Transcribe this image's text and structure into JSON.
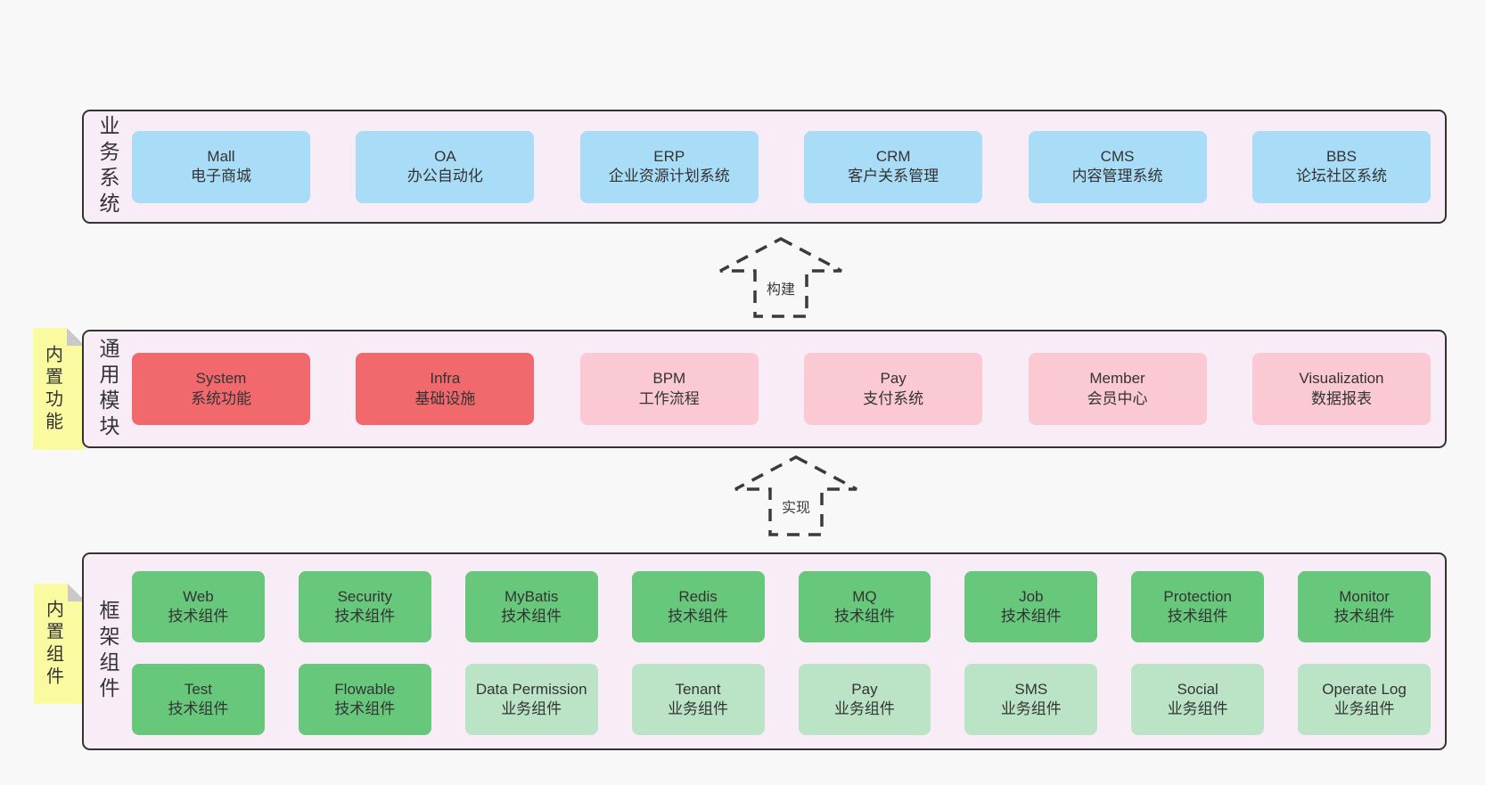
{
  "colors": {
    "page_background": "#f8f8f8",
    "layer_background": "#f8edf6",
    "layer_border": "#333333",
    "blue_box": "#a9dcf6",
    "red_box": "#f1696c",
    "pink_box": "#fac9d3",
    "green_box": "#67c87c",
    "lightgreen_box": "#bae4c5",
    "sticky_note": "#fafaa1",
    "sticky_fold": "#c9c9c9",
    "arrow_stroke": "#3b3b3b",
    "text": "#333333"
  },
  "layers": [
    {
      "label": "业务系统",
      "boxes": [
        {
          "name": "Mall",
          "subtitle": "电子商城",
          "color": "blue"
        },
        {
          "name": "OA",
          "subtitle": "办公自动化",
          "color": "blue"
        },
        {
          "name": "ERP",
          "subtitle": "企业资源计划系统",
          "color": "blue"
        },
        {
          "name": "CRM",
          "subtitle": "客户关系管理",
          "color": "blue"
        },
        {
          "name": "CMS",
          "subtitle": "内容管理系统",
          "color": "blue"
        },
        {
          "name": "BBS",
          "subtitle": "论坛社区系统",
          "color": "blue"
        }
      ]
    },
    {
      "label": "通用模块",
      "boxes": [
        {
          "name": "System",
          "subtitle": "系统功能",
          "color": "red"
        },
        {
          "name": "Infra",
          "subtitle": "基础设施",
          "color": "red"
        },
        {
          "name": "BPM",
          "subtitle": "工作流程",
          "color": "pink"
        },
        {
          "name": "Pay",
          "subtitle": "支付系统",
          "color": "pink"
        },
        {
          "name": "Member",
          "subtitle": "会员中心",
          "color": "pink"
        },
        {
          "name": "Visualization",
          "subtitle": "数据报表",
          "color": "pink"
        }
      ]
    },
    {
      "label": "框架组件",
      "boxes": [
        {
          "name": "Web",
          "subtitle": "技术组件",
          "color": "green"
        },
        {
          "name": "Security",
          "subtitle": "技术组件",
          "color": "green"
        },
        {
          "name": "MyBatis",
          "subtitle": "技术组件",
          "color": "green"
        },
        {
          "name": "Redis",
          "subtitle": "技术组件",
          "color": "green"
        },
        {
          "name": "MQ",
          "subtitle": "技术组件",
          "color": "green"
        },
        {
          "name": "Job",
          "subtitle": "技术组件",
          "color": "green"
        },
        {
          "name": "Protection",
          "subtitle": "技术组件",
          "color": "green"
        },
        {
          "name": "Monitor",
          "subtitle": "技术组件",
          "color": "green"
        },
        {
          "name": "Test",
          "subtitle": "技术组件",
          "color": "green"
        },
        {
          "name": "Flowable",
          "subtitle": "技术组件",
          "color": "green"
        },
        {
          "name": "Data Permission",
          "subtitle": "业务组件",
          "color": "lightgreen"
        },
        {
          "name": "Tenant",
          "subtitle": "业务组件",
          "color": "lightgreen"
        },
        {
          "name": "Pay",
          "subtitle": "业务组件",
          "color": "lightgreen"
        },
        {
          "name": "SMS",
          "subtitle": "业务组件",
          "color": "lightgreen"
        },
        {
          "name": "Social",
          "subtitle": "业务组件",
          "color": "lightgreen"
        },
        {
          "name": "Operate Log",
          "subtitle": "业务组件",
          "color": "lightgreen"
        }
      ]
    }
  ],
  "stickies": [
    {
      "label": "内置功能"
    },
    {
      "label": "内置组件"
    }
  ],
  "arrows": [
    {
      "label": "构建"
    },
    {
      "label": "实现"
    }
  ]
}
